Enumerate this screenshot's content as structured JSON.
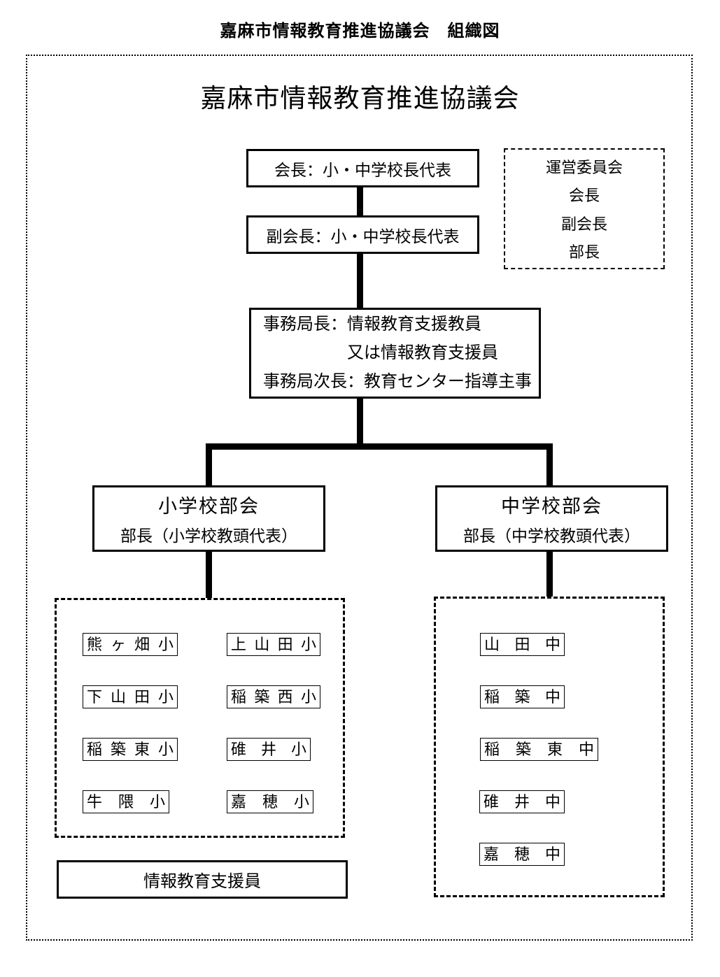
{
  "page": {
    "title": "嘉麻市情報教育推進協議会　組織図",
    "main_title": "嘉麻市情報教育推進協議会"
  },
  "hierarchy": {
    "chairman": "会長：小・中学校長代表",
    "vice_chairman": "副会長：小・中学校長代表",
    "steering_committee": [
      "運営委員会",
      "会長",
      "副会長",
      "部長"
    ],
    "secretariat": [
      "事務局長：情報教育支援教員",
      "　　　　　又は情報教育支援員",
      "事務局次長：教育センター指導主事"
    ]
  },
  "elementary": {
    "title": "小学校部会",
    "subtitle": "部長（小学校教頭代表）",
    "schools": [
      "熊 ヶ 畑 小",
      "上 山 田 小",
      "下 山 田 小",
      "稲 築 西 小",
      "稲 築 東 小",
      "碓 井 小",
      "牛 隈 小",
      "嘉 穂 小"
    ],
    "support_staff": "情報教育支援員"
  },
  "junior_high": {
    "title": "中学校部会",
    "subtitle": "部長（中学校教頭代表）",
    "schools": [
      "山 田 中",
      "稲 築 中",
      "稲 築 東 中",
      "碓 井 中",
      "嘉 穂 中"
    ]
  },
  "colors": {
    "line": "#000000",
    "background": "#ffffff"
  }
}
